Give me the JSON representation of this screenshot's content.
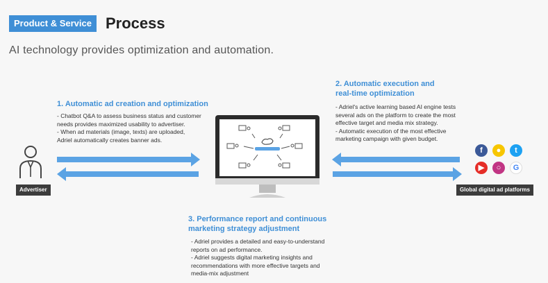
{
  "header": {
    "tag": "Product & Service",
    "title": "Process",
    "subtitle": "AI technology provides optimization and automation."
  },
  "section1": {
    "title": "1. Automatic ad creation and optimization",
    "lines": [
      "- Chatbot Q&A to assess business status and customer",
      "needs provides maximized usability to advertiser.",
      "- When ad materials (image, texts) are uploaded,",
      "Adriel automatically creates banner ads."
    ]
  },
  "section2": {
    "title_line1": "2. Automatic execution and",
    "title_line2": "real-time optimization",
    "lines": [
      "- Adriel's active learning based AI engine tests",
      "several ads on the platform to create the most",
      "effective target and media mix strategy.",
      " - Automatic execution of the most effective",
      "marketing campaign with given budget."
    ]
  },
  "section3": {
    "title_line1": "3. Performance report and continuous",
    "title_line2": "marketing strategy adjustment",
    "lines": [
      "- Adriel provides a detailed and easy-to-understand",
      "reports on ad performance.",
      "- Adriel suggests digital marketing insights and",
      "recommendations with more effective targets and",
      "media-mix adjustment"
    ]
  },
  "labels": {
    "advertiser": "Advertiser",
    "platforms": "Global digital ad platforms"
  },
  "social_icons": [
    "facebook-icon",
    "snapchat-icon",
    "twitter-icon",
    "youtube-icon",
    "instagram-icon",
    "google-icon"
  ],
  "colors": {
    "accent": "#3f8fd6",
    "arrow": "#5ba3e4",
    "label_bg": "#3c3c3c"
  }
}
